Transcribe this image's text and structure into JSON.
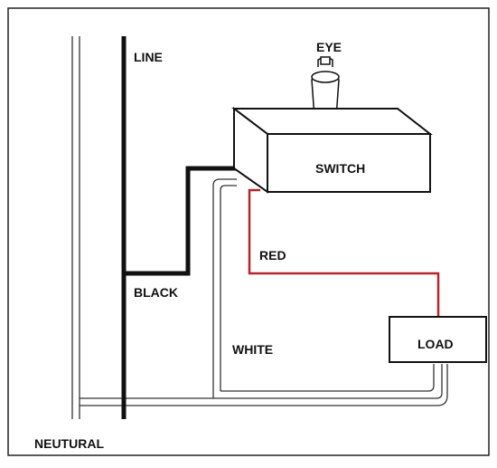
{
  "diagram": {
    "labels": {
      "line": "LINE",
      "eye": "EYE",
      "switch": "SWITCH",
      "red": "RED",
      "black": "BLACK",
      "white": "WHITE",
      "load": "LOAD",
      "neutral": "NEUTURAL"
    },
    "colors": {
      "wire_black": "#111111",
      "wire_red": "#b3262e",
      "wire_white_outline": "#333333",
      "frame_border": "#222222",
      "background": "#ffffff"
    }
  }
}
